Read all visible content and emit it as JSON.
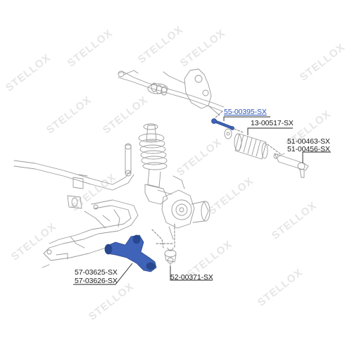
{
  "watermark": "STELLOX",
  "labels": {
    "tie_rod": "55-00395-SX",
    "boot": "13-00517-SX",
    "tie_rod_end_left": "51-00463-SX",
    "tie_rod_end_right": "51-00456-SX",
    "ball_joint": "52-00371-SX",
    "control_arm_left": "57-03625-SX",
    "control_arm_right": "57-03626-SX"
  },
  "colors": {
    "line_art": "#9a9a9a",
    "highlight_part": "#3f63b8",
    "highlight_label": "#2a56b8",
    "leader": "#222222"
  }
}
